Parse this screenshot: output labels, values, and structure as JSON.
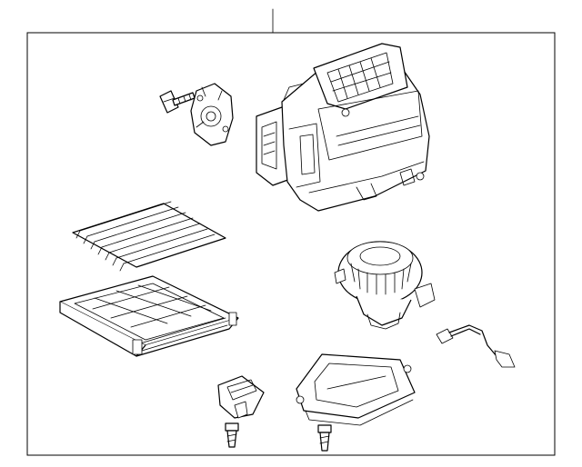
{
  "diagram": {
    "background": "#ffffff",
    "line_color": "#000000",
    "parts": [
      {
        "name": "heater-case-assembly"
      },
      {
        "name": "servo-motor"
      },
      {
        "name": "mounting-screw"
      },
      {
        "name": "cabin-air-filter"
      },
      {
        "name": "filter-frame"
      },
      {
        "name": "blower-motor"
      },
      {
        "name": "wiring-harness"
      },
      {
        "name": "blower-resistor"
      },
      {
        "name": "blower-housing-cover"
      },
      {
        "name": "resistor-screw"
      },
      {
        "name": "cover-screw"
      }
    ]
  }
}
